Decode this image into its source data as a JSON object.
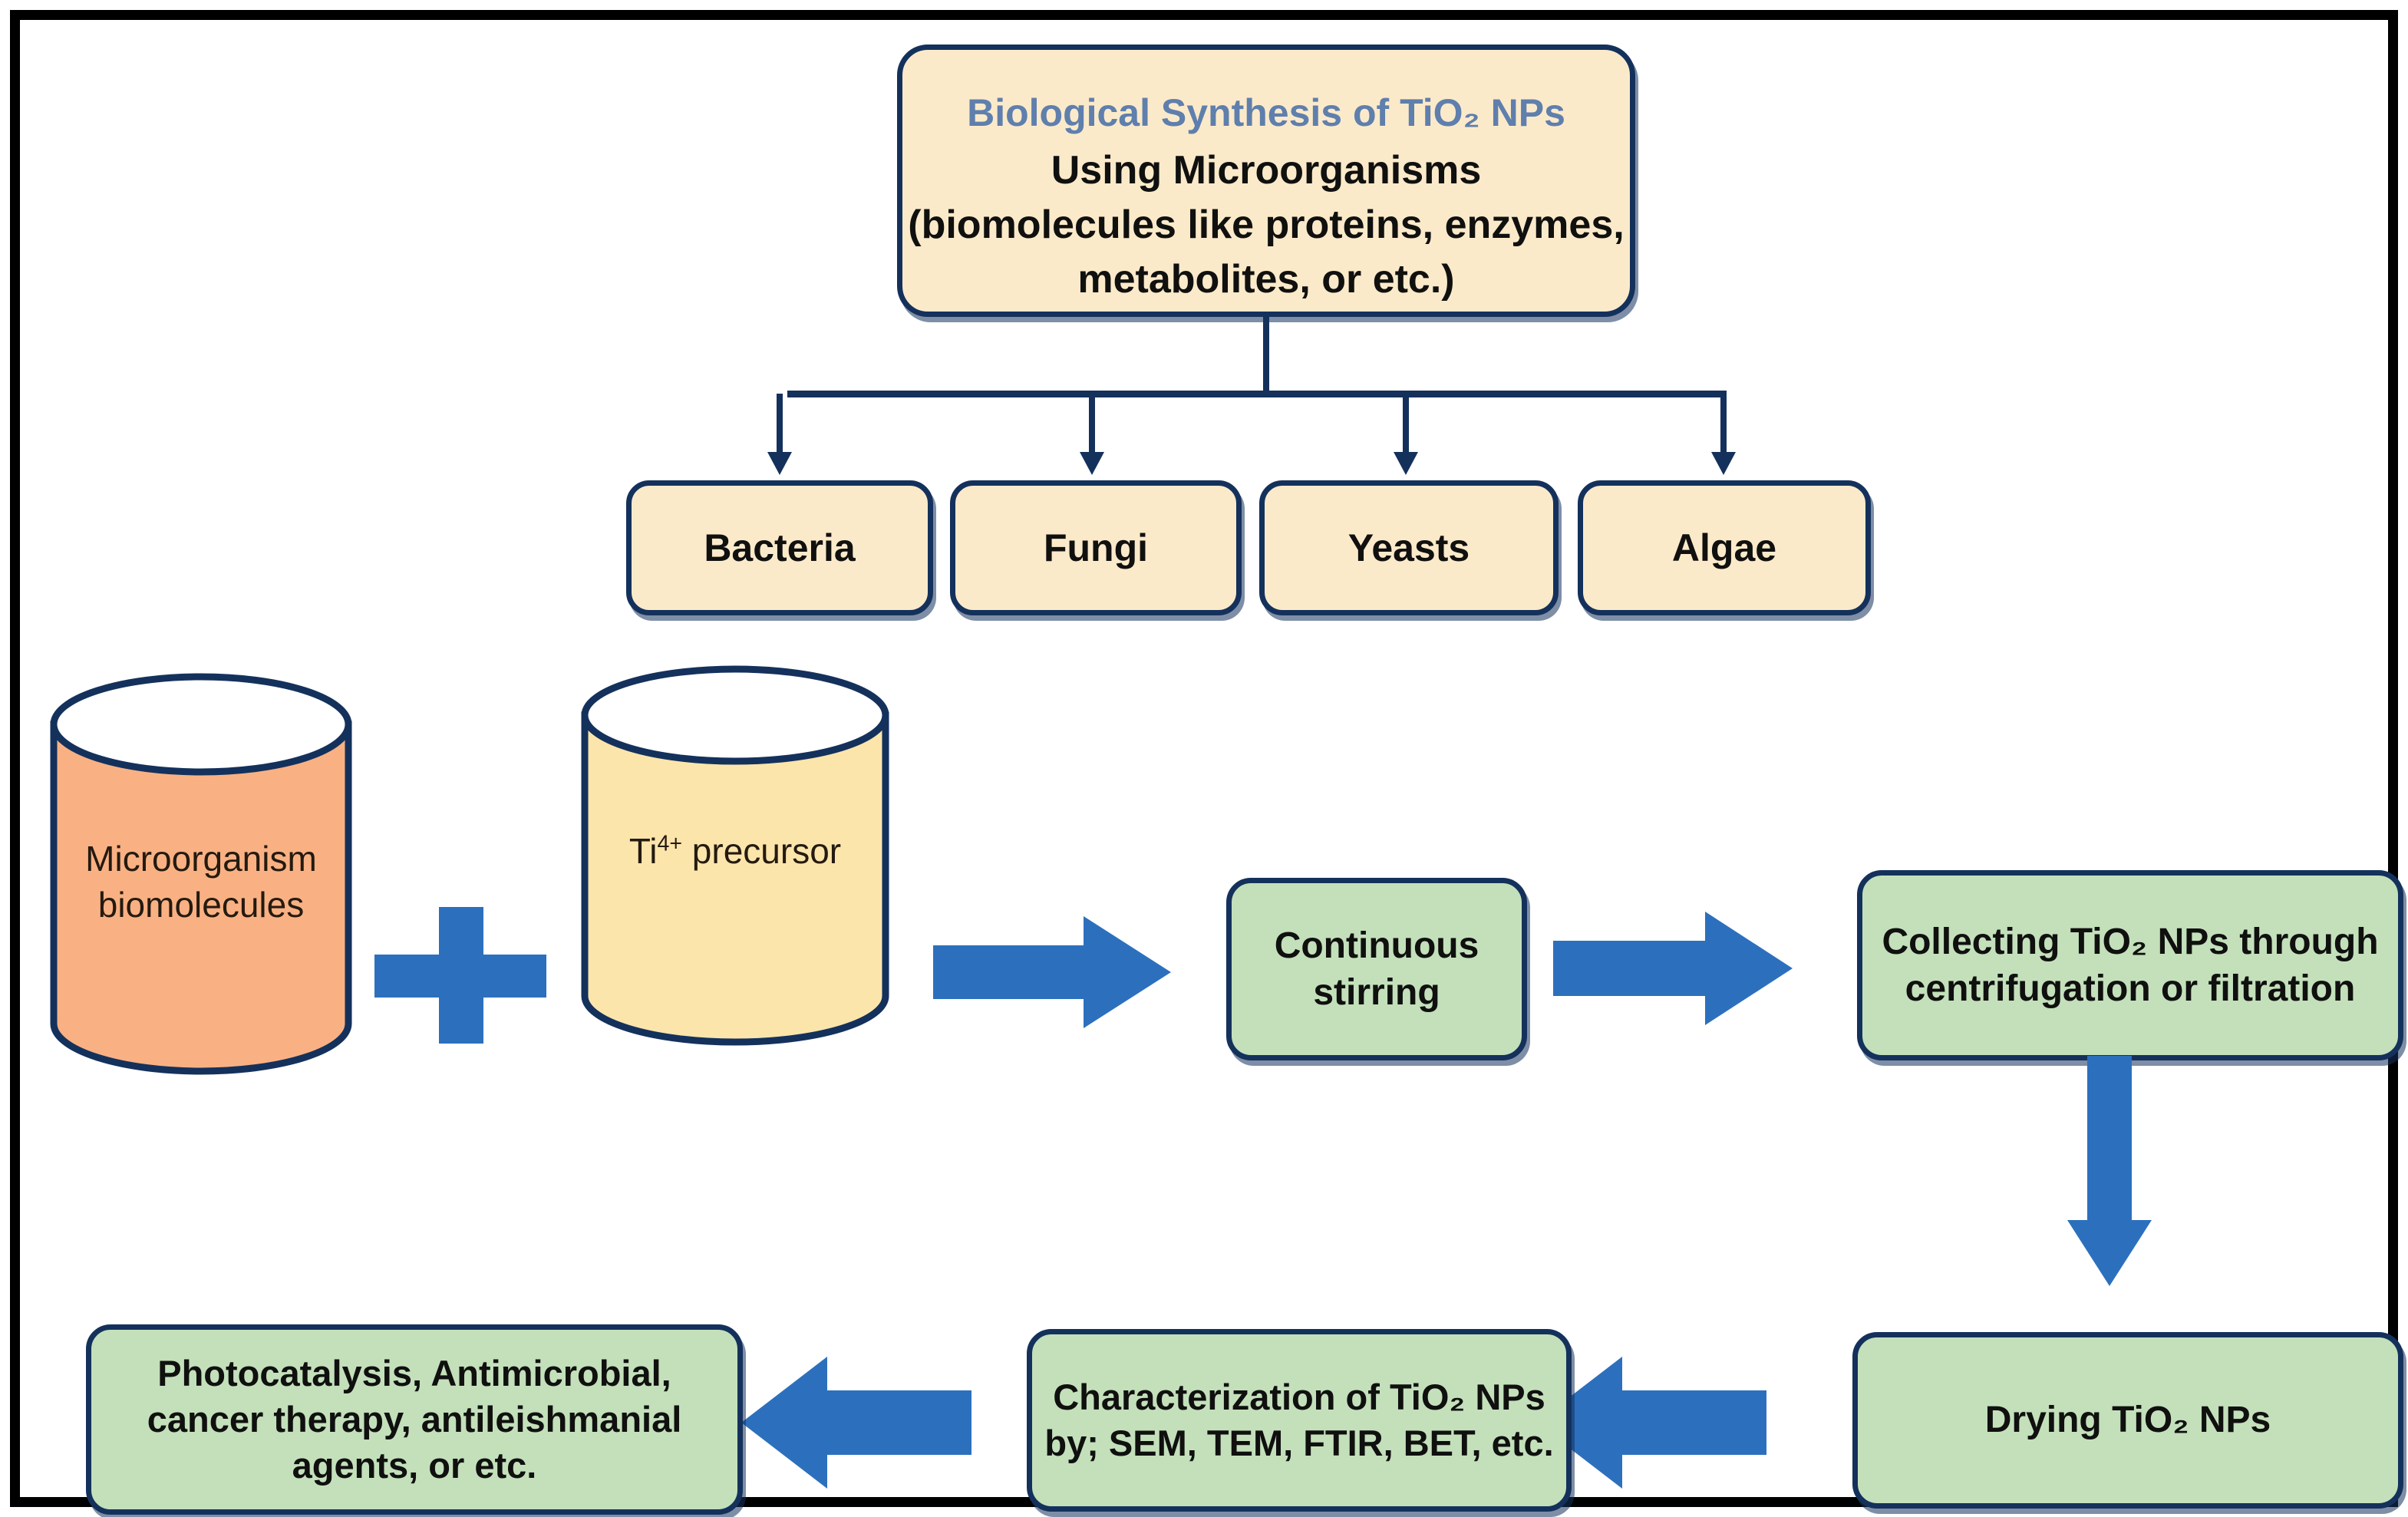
{
  "diagram": {
    "title_box": {
      "line1": "Biological Synthesis of TiO₂ NPs",
      "rest": "Using Microorganisms\n(biomolecules like proteins, enzymes,\nmetabolites, or etc.)",
      "line1_color": "#5f7fad",
      "fill": "#fbeaca",
      "stroke": "#14315c"
    },
    "branches": [
      {
        "label": "Bacteria"
      },
      {
        "label": "Fungi"
      },
      {
        "label": "Yeasts"
      },
      {
        "label": "Algae"
      }
    ],
    "cylinders": [
      {
        "label": "Microorganism\nbiomolecules",
        "fill": "#f9b183"
      },
      {
        "label_main": "Ti",
        "label_sup": "4+",
        "label_tail": " precursor",
        "fill": "#fce5ab"
      }
    ],
    "operator": {
      "symbol": "plus",
      "color": "#2c70bd"
    },
    "process_boxes": [
      {
        "label": "Continuous\nstirring",
        "fill": "#c3e0bb"
      },
      {
        "label": "Collecting TiO₂ NPs through\ncentrifugation or filtration",
        "fill": "#c3e0bb"
      },
      {
        "label": "Drying TiO₂ NPs",
        "fill": "#c3e0bb"
      },
      {
        "label": "Characterization of TiO₂ NPs\nby; SEM, TEM, FTIR, BET, etc.",
        "fill": "#c3e0bb"
      },
      {
        "label": "Photocatalysis, Antimicrobial,\ncancer therapy, antileishmanial\nagents, or etc.",
        "fill": "#c3e0bb"
      }
    ],
    "arrows": {
      "color": "#2c70bd",
      "connector_color": "#14315c"
    },
    "frame_color": "#000000"
  }
}
